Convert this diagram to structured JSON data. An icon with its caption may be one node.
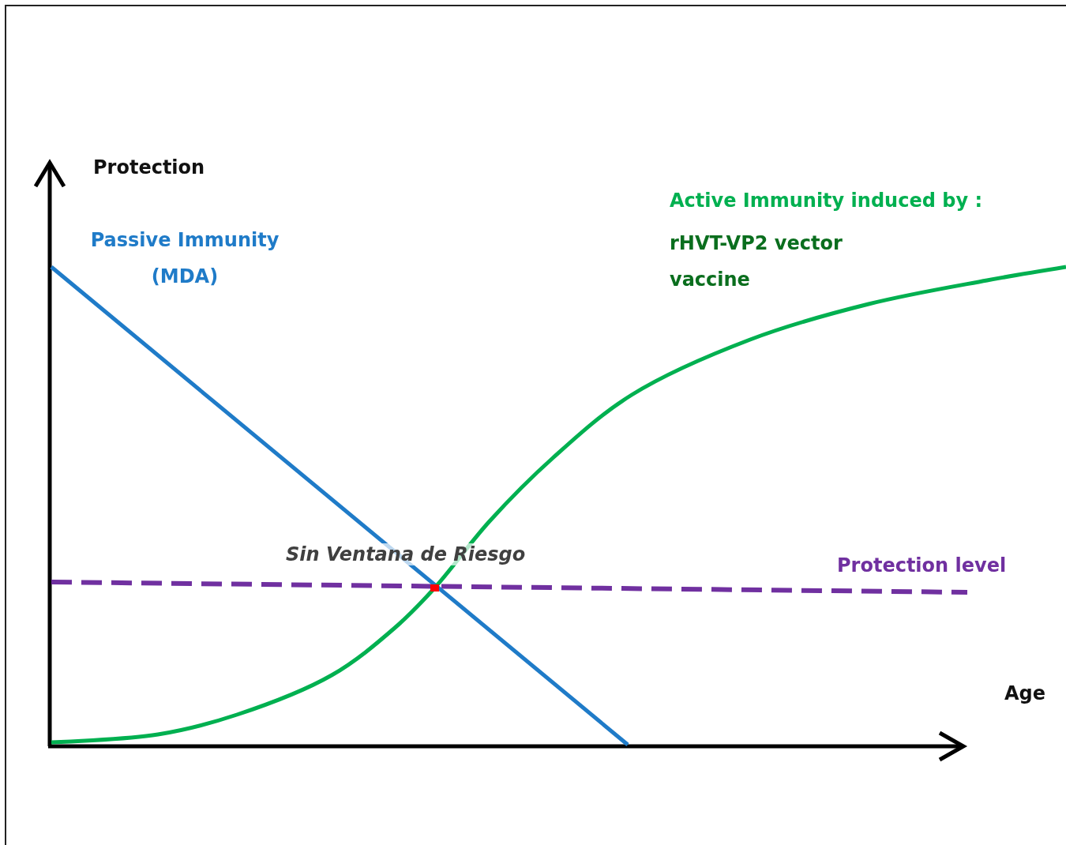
{
  "diagram": {
    "labels": [
      "Protection",
      "Passive Immunity (MDA)",
      "Active Immunity induced by :",
      "rHVT-VP2 vector vaccine",
      "Sin Ventana de Riesgo",
      "Protection level",
      "Age"
    ]
  }
}
